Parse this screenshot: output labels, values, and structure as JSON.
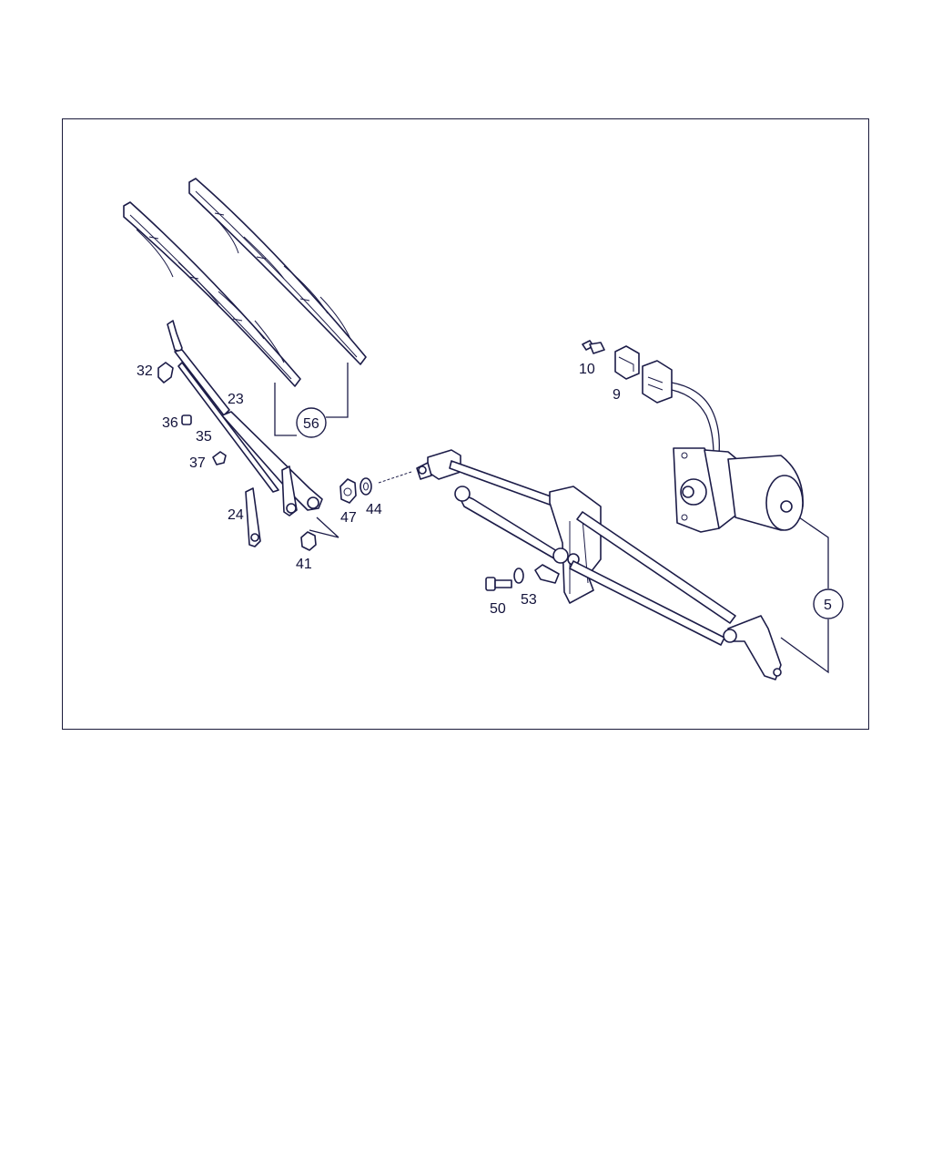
{
  "labels": {
    "l10": "10",
    "l9": "9",
    "l32": "32",
    "l23": "23",
    "l36": "36",
    "l35": "35",
    "l37": "37",
    "l56": "56",
    "l24": "24",
    "l47": "47",
    "l44": "44",
    "l41": "41",
    "l50": "50",
    "l53": "53",
    "l5": "5"
  }
}
